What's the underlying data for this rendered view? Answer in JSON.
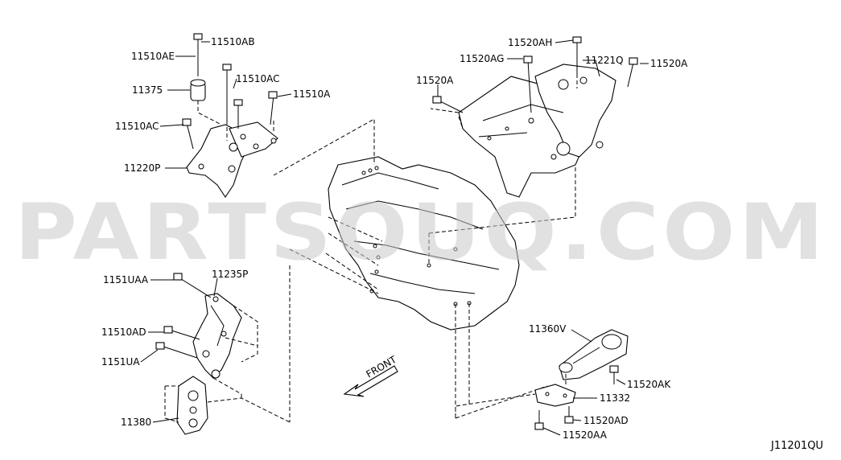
{
  "watermark": "PARTSOUQ.COM",
  "diagram_code": "J11201QU",
  "front_label": "FRONT",
  "labels": {
    "l11510AE": "11510AE",
    "l11510AB": "11510AB",
    "l11375": "11375",
    "l11510AC_top": "11510AC",
    "l11510A_top": "11510A",
    "l11510AC_left": "11510AC",
    "l11220P": "11220P",
    "l11520AH": "11520AH",
    "l11520AG": "11520AG",
    "l11221Q": "11221Q",
    "l11520A_right": "11520A",
    "l11520A_left": "11520A",
    "l1151UAA": "1151UAA",
    "l11235P": "11235P",
    "l11510AD": "11510AD",
    "l1151UA": "1151UA",
    "l11380": "11380",
    "l11360V": "11360V",
    "l11520AK": "11520AK",
    "l11332": "11332",
    "l11520AD": "11520AD",
    "l11520AA": "11520AA"
  }
}
